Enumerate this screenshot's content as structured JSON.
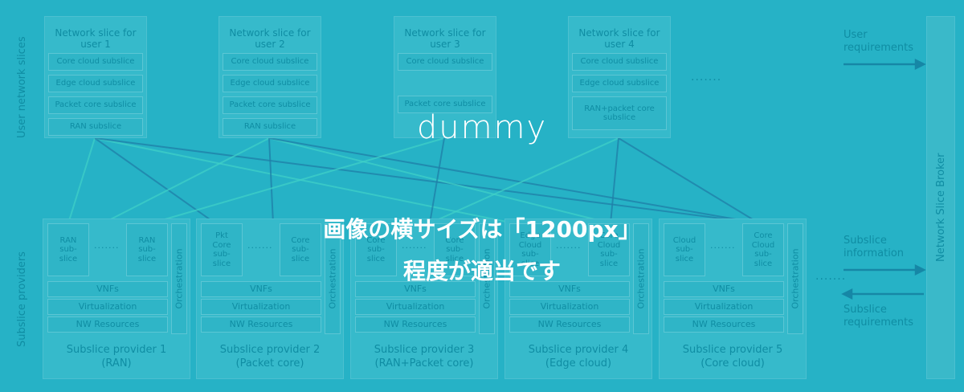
{
  "side_labels": {
    "user_slices": "User network slices",
    "providers": "Subslice providers"
  },
  "slices": [
    {
      "title": "Network slice for\nuser 1",
      "cells": [
        "Core cloud subslice",
        "Edge cloud subslice",
        "Packet core subslice",
        "RAN subslice"
      ]
    },
    {
      "title": "Network slice for\nuser 2",
      "cells": [
        "Core cloud subslice",
        "Edge cloud subslice",
        "Packet core subslice",
        "RAN subslice"
      ]
    },
    {
      "title": "Network slice for\nuser 3",
      "cells": [
        "Core cloud subslice",
        "Packet core subslice"
      ]
    },
    {
      "title": "Network slice for\nuser 4",
      "cells": [
        "Core cloud subslice",
        "Edge cloud subslice",
        "RAN+packet core subslice"
      ]
    }
  ],
  "slice_dots": "·······",
  "providers": [
    {
      "title": "Subslice provider 1\n(RAN)",
      "left": "RAN\nsub-\nslice",
      "right": "RAN\nsub-\nslice"
    },
    {
      "title": "Subslice provider 2\n(Packet core)",
      "left": "Pkt\nCore\nsub-\nslice",
      "right": "Core\nsub-\nslice"
    },
    {
      "title": "Subslice provider 3\n(RAN+Packet core)",
      "left": "Core\nsub-\nslice",
      "right": "Core\nsub-\nslice"
    },
    {
      "title": "Subslice provider 4\n(Edge cloud)",
      "left": "Edge\nCloud\nsub-\nslice",
      "right": "Core\nCloud\nsub-\nslice"
    },
    {
      "title": "Subslice provider 5\n(Core cloud)",
      "left": "Cloud\nsub-\nslice",
      "right": "Core\nCloud\nsub-\nslice"
    }
  ],
  "layers": [
    "VNFs",
    "Virtualization",
    "NW Resources"
  ],
  "orchestration": "Orchestration",
  "provider_dots": "·······",
  "broker": "Network Slice Broker",
  "arrows": {
    "user_req": "User\nrequirements",
    "subslice_info": "Subslice\ninformation",
    "subslice_req": "Subslice\nrequirements"
  },
  "overlay": {
    "dummy": "dummy",
    "line1": "画像の横サイズは「1200px」",
    "line2": "程度が適当です"
  },
  "colors": {
    "bg": "#26b2c6",
    "line_dark": "#1f7fa8",
    "line_light": "#3fd0c8"
  }
}
